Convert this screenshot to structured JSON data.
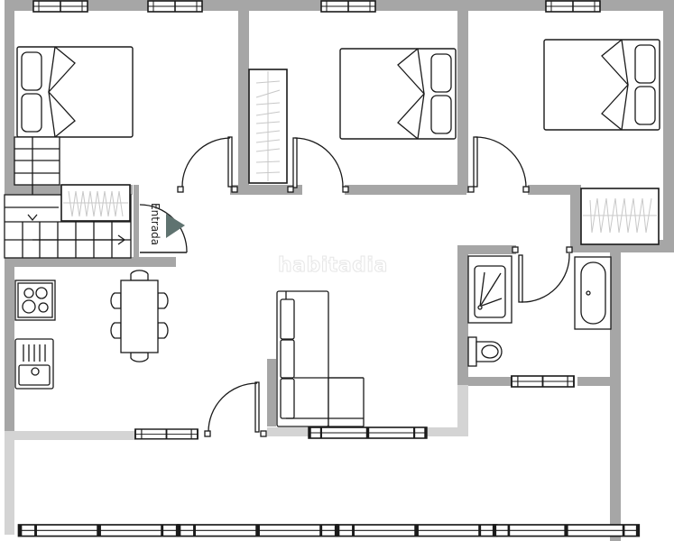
{
  "diagram": {
    "type": "floor-plan",
    "labels": {
      "entrance": "Entrada",
      "watermark": "habitadia"
    },
    "colors": {
      "wall": "#a6a6a6",
      "wall_light": "#d4d4d4",
      "line": "#1a1a1a",
      "fixture_fill": "#ffffff",
      "wardrobe_hanger": "#c8c8c8",
      "entrance_arrow": "#5f7370",
      "background": "#ffffff"
    },
    "rooms": [
      {
        "name": "bedroom-1",
        "furniture": [
          "double-bed",
          "door"
        ]
      },
      {
        "name": "bedroom-2",
        "furniture": [
          "double-bed",
          "wardrobe",
          "door"
        ]
      },
      {
        "name": "bedroom-3",
        "furniture": [
          "double-bed",
          "door"
        ]
      },
      {
        "name": "hall",
        "furniture": [
          "wardrobe",
          "wardrobe",
          "stairs",
          "entrance-door"
        ]
      },
      {
        "name": "bathroom",
        "furniture": [
          "shower",
          "bathtub",
          "toilet",
          "door",
          "window"
        ]
      },
      {
        "name": "kitchen-dining",
        "furniture": [
          "cooktop",
          "sink",
          "dining-table",
          "chairs-6",
          "window"
        ]
      },
      {
        "name": "living-room",
        "furniture": [
          "l-shaped-sofa",
          "door",
          "window"
        ]
      },
      {
        "name": "terrace",
        "furniture": [
          "window-row"
        ]
      }
    ]
  }
}
